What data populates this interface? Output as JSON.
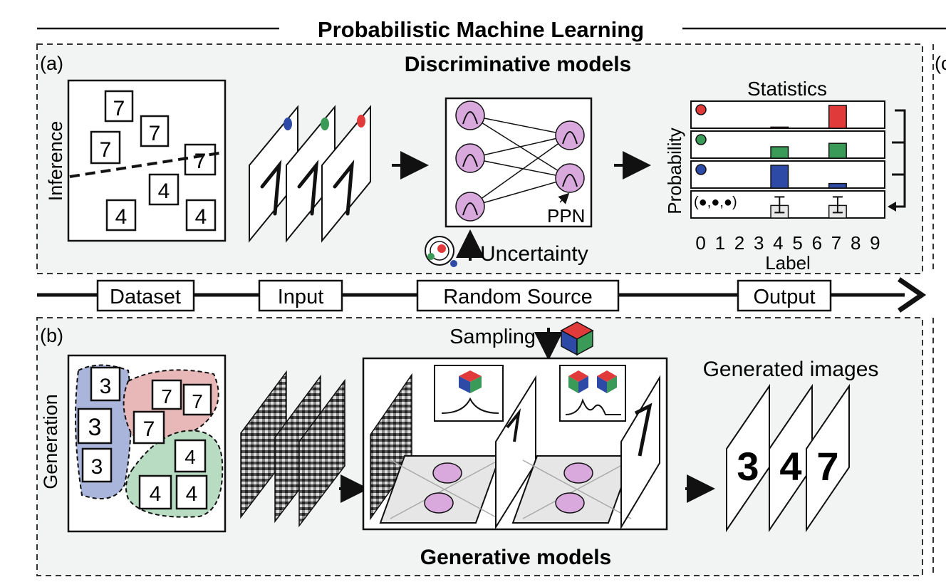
{
  "title": "Probabilistic Machine Learning",
  "panel_a": {
    "letter": "(a)",
    "heading": "Discriminative models",
    "row_label": "Inference",
    "dataset_digits": [
      "7",
      "7",
      "7",
      "7",
      "4",
      "4",
      "4"
    ],
    "net_label": "PPN",
    "uncertainty_label": "Uncertainty",
    "stats": {
      "title": "Statistics",
      "ylabel": "Probability",
      "xlabel": "Label",
      "ticks": [
        "0",
        "1",
        "2",
        "3",
        "4",
        "5",
        "6",
        "7",
        "8",
        "9"
      ],
      "combo_label": "(●,●,●)"
    }
  },
  "stages": [
    "Dataset",
    "Input",
    "Random Source",
    "Output"
  ],
  "panel_b": {
    "letter": "(b)",
    "row_label": "Generation",
    "sampling_label": "Sampling",
    "heading": "Generative models",
    "generated_label": "Generated images",
    "cluster_digits": [
      "3",
      "3",
      "3",
      "7",
      "7",
      "7",
      "4",
      "4",
      "4"
    ],
    "generated_digits": [
      "3",
      "4",
      "7"
    ]
  },
  "panel_c_letter": "(c",
  "colors": {
    "red": "#e03a3a",
    "green": "#3a9a58",
    "blue": "#2c4aa6",
    "neuron": "#d9a9de",
    "panel_bg": "#f2f4f3",
    "cluster_blue": "#aab5dc",
    "cluster_red": "#e8b7b7",
    "cluster_green": "#b8dcc2"
  },
  "chart_data": {
    "type": "bar",
    "categories": [
      "0",
      "1",
      "2",
      "3",
      "4",
      "5",
      "6",
      "7",
      "8",
      "9"
    ],
    "series": [
      {
        "values": [
          0,
          0,
          0,
          0,
          0.05,
          0,
          0,
          1.0,
          0,
          0
        ]
      },
      {
        "values": [
          0,
          0,
          0,
          0,
          0.5,
          0,
          0,
          0.65,
          0,
          0
        ]
      },
      {
        "values": [
          0,
          0,
          0,
          0,
          1.0,
          0,
          0,
          0.2,
          0,
          0
        ]
      },
      {
        "name": "(●,●,●)",
        "values": [
          0,
          0,
          0,
          0,
          0.55,
          0,
          0,
          0.55,
          0,
          0
        ]
      }
    ],
    "title": "Statistics",
    "xlabel": "Label",
    "ylabel": "Probability"
  }
}
